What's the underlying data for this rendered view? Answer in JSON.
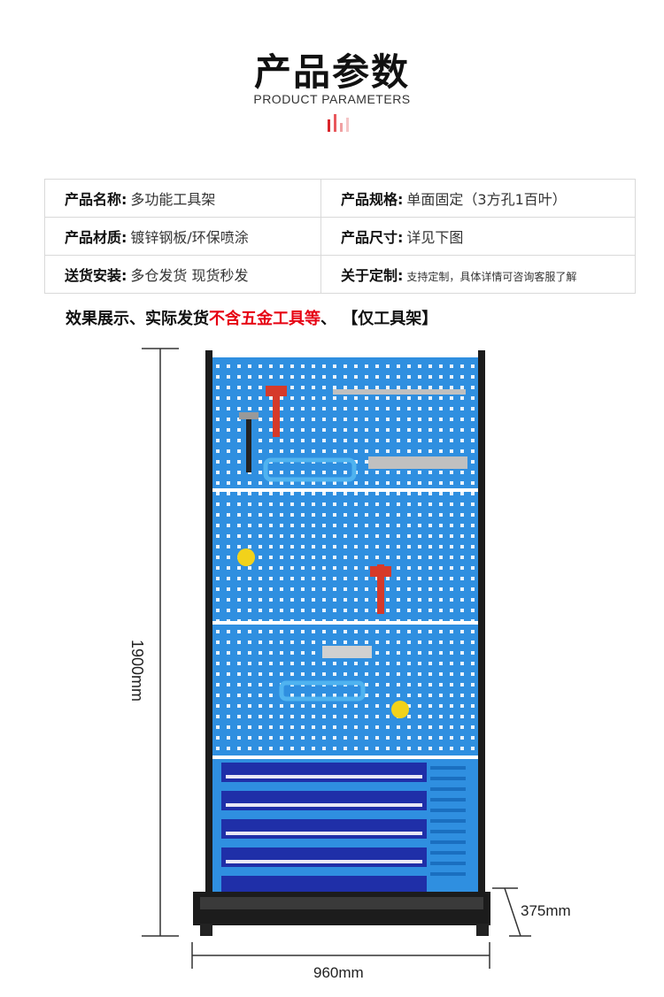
{
  "header": {
    "title": "产品参数",
    "subtitle": "PRODUCT PARAMETERS",
    "accent_color": "#d9252a"
  },
  "params": [
    {
      "label": "产品名称:",
      "value": "多功能工具架"
    },
    {
      "label": "产品规格:",
      "value": "单面固定（3方孔1百叶）"
    },
    {
      "label": "产品材质:",
      "value": "镀锌钢板/环保喷涂"
    },
    {
      "label": "产品尺寸:",
      "value": "详见下图"
    },
    {
      "label": "送货安装:",
      "value": "多仓发货 现货秒发"
    },
    {
      "label": "关于定制:",
      "value": "支持定制，具体详情可咨询客服了解"
    }
  ],
  "note": {
    "prefix": "效果展示、实际发货",
    "highlight": "不含五金工具等",
    "suffix": "、 【仅工具架】",
    "highlight_color": "#e60012"
  },
  "dimensions": {
    "height": "1900mm",
    "depth": "375mm",
    "width": "960mm"
  },
  "rack": {
    "panel_color": "#2f8fe0",
    "frame_color": "#1c1c1c",
    "bin_color": "#1f2fa8"
  }
}
